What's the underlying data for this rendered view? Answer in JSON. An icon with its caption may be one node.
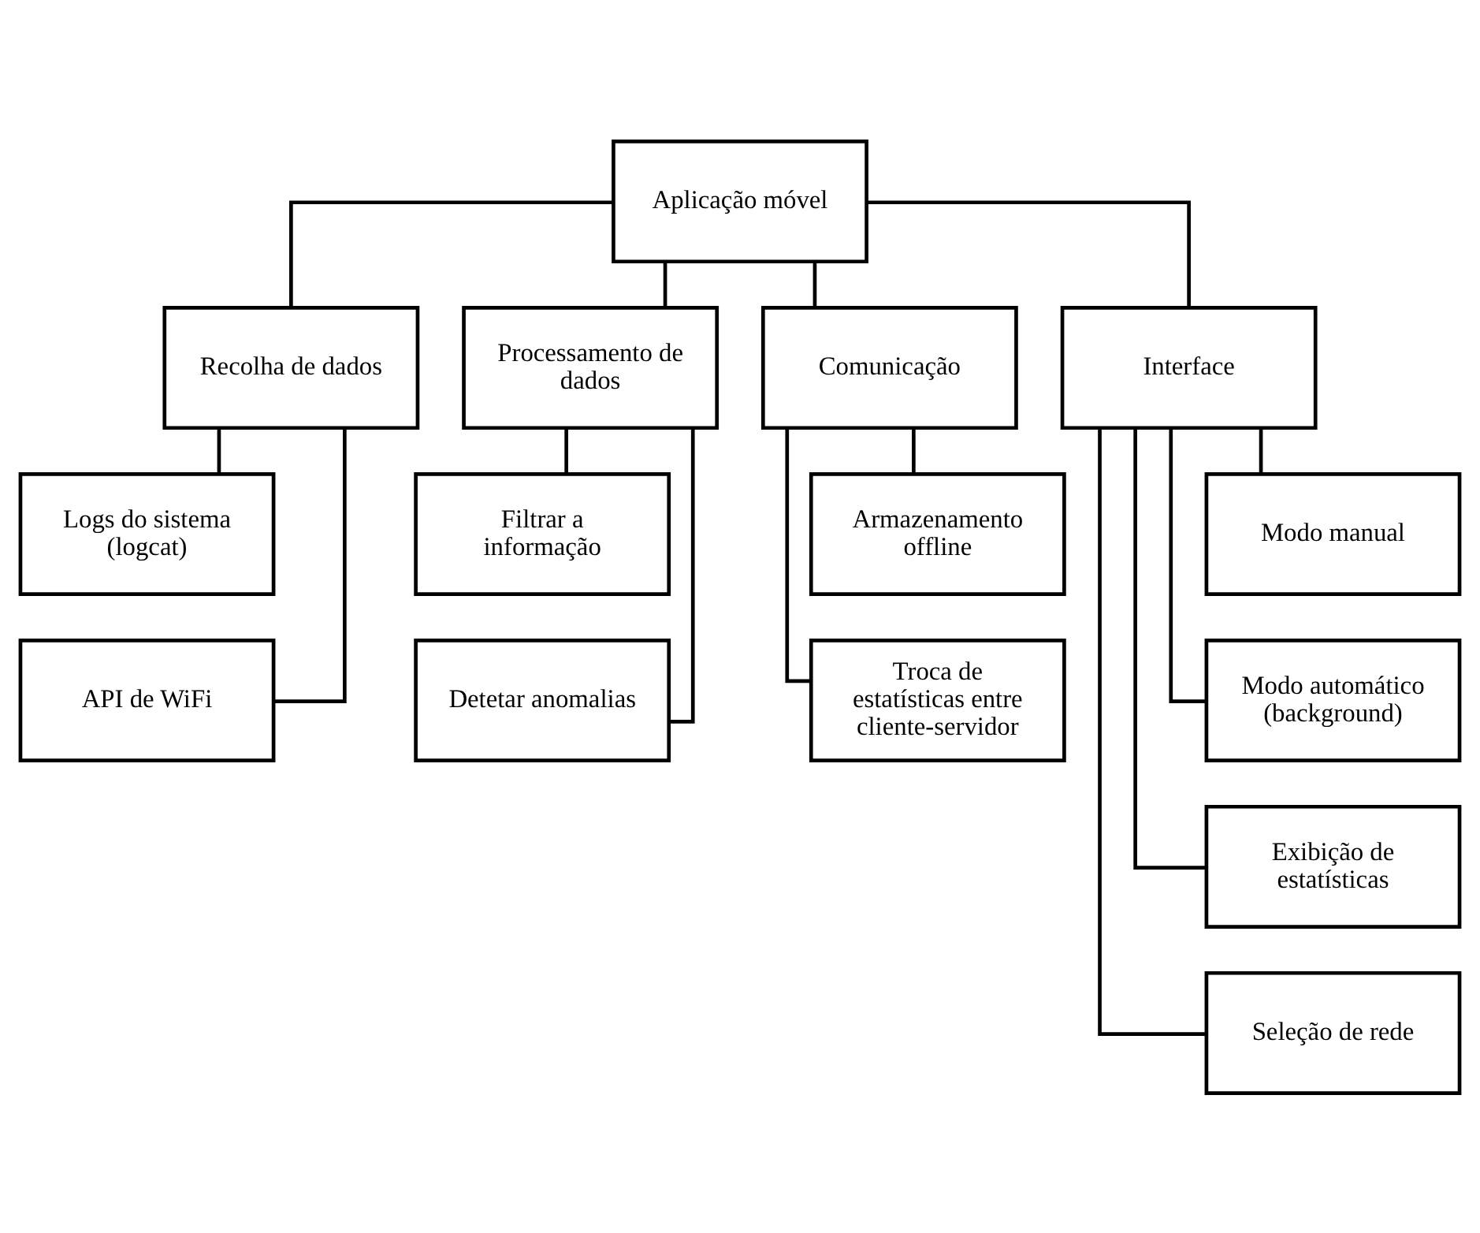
{
  "diagram": {
    "nodes": [
      {
        "text": [
          "Aplicação móvel"
        ]
      },
      {
        "text": [
          "Recolha de dados"
        ]
      },
      {
        "text": [
          "Processamento de dados"
        ]
      },
      {
        "text": [
          "Comunicação"
        ]
      },
      {
        "text": [
          "Interface"
        ]
      },
      {
        "text": [
          "Logs do sistema (logcat)"
        ]
      },
      {
        "text": [
          "API de WiFi"
        ]
      },
      {
        "text": [
          "Filtrar a informação"
        ]
      },
      {
        "text": [
          "Detetar anomalias"
        ]
      },
      {
        "text": [
          "Armazenamento offline"
        ]
      },
      {
        "text": [
          "Troca de estatísticas entre cliente-servidor"
        ]
      },
      {
        "text": [
          "Modo manual"
        ]
      },
      {
        "text": [
          "Modo automático (background)"
        ]
      },
      {
        "text": [
          "Exibição de estatísticas"
        ]
      },
      {
        "text": [
          "Seleção de rede"
        ]
      }
    ],
    "edges": [
      {
        "from": 0,
        "to": 1,
        "arrow": "none"
      },
      {
        "from": 0,
        "to": 2,
        "arrow": "none"
      },
      {
        "from": 0,
        "to": 3,
        "arrow": "none"
      },
      {
        "from": 0,
        "to": 4,
        "arrow": "none"
      },
      {
        "from": 1,
        "to": 5,
        "arrow": "none"
      },
      {
        "from": 1,
        "to": 6,
        "arrow": "none"
      },
      {
        "from": 2,
        "to": 7,
        "arrow": "none"
      },
      {
        "from": 2,
        "to": 8,
        "arrow": "none"
      },
      {
        "from": 3,
        "to": 9,
        "arrow": "none"
      },
      {
        "from": 3,
        "to": 10,
        "arrow": "none"
      },
      {
        "from": 4,
        "to": 11,
        "arrow": "none"
      },
      {
        "from": 4,
        "to": 12,
        "arrow": "none"
      },
      {
        "from": 4,
        "to": 13,
        "arrow": "none"
      },
      {
        "from": 4,
        "to": 14,
        "arrow": "none"
      }
    ]
  }
}
